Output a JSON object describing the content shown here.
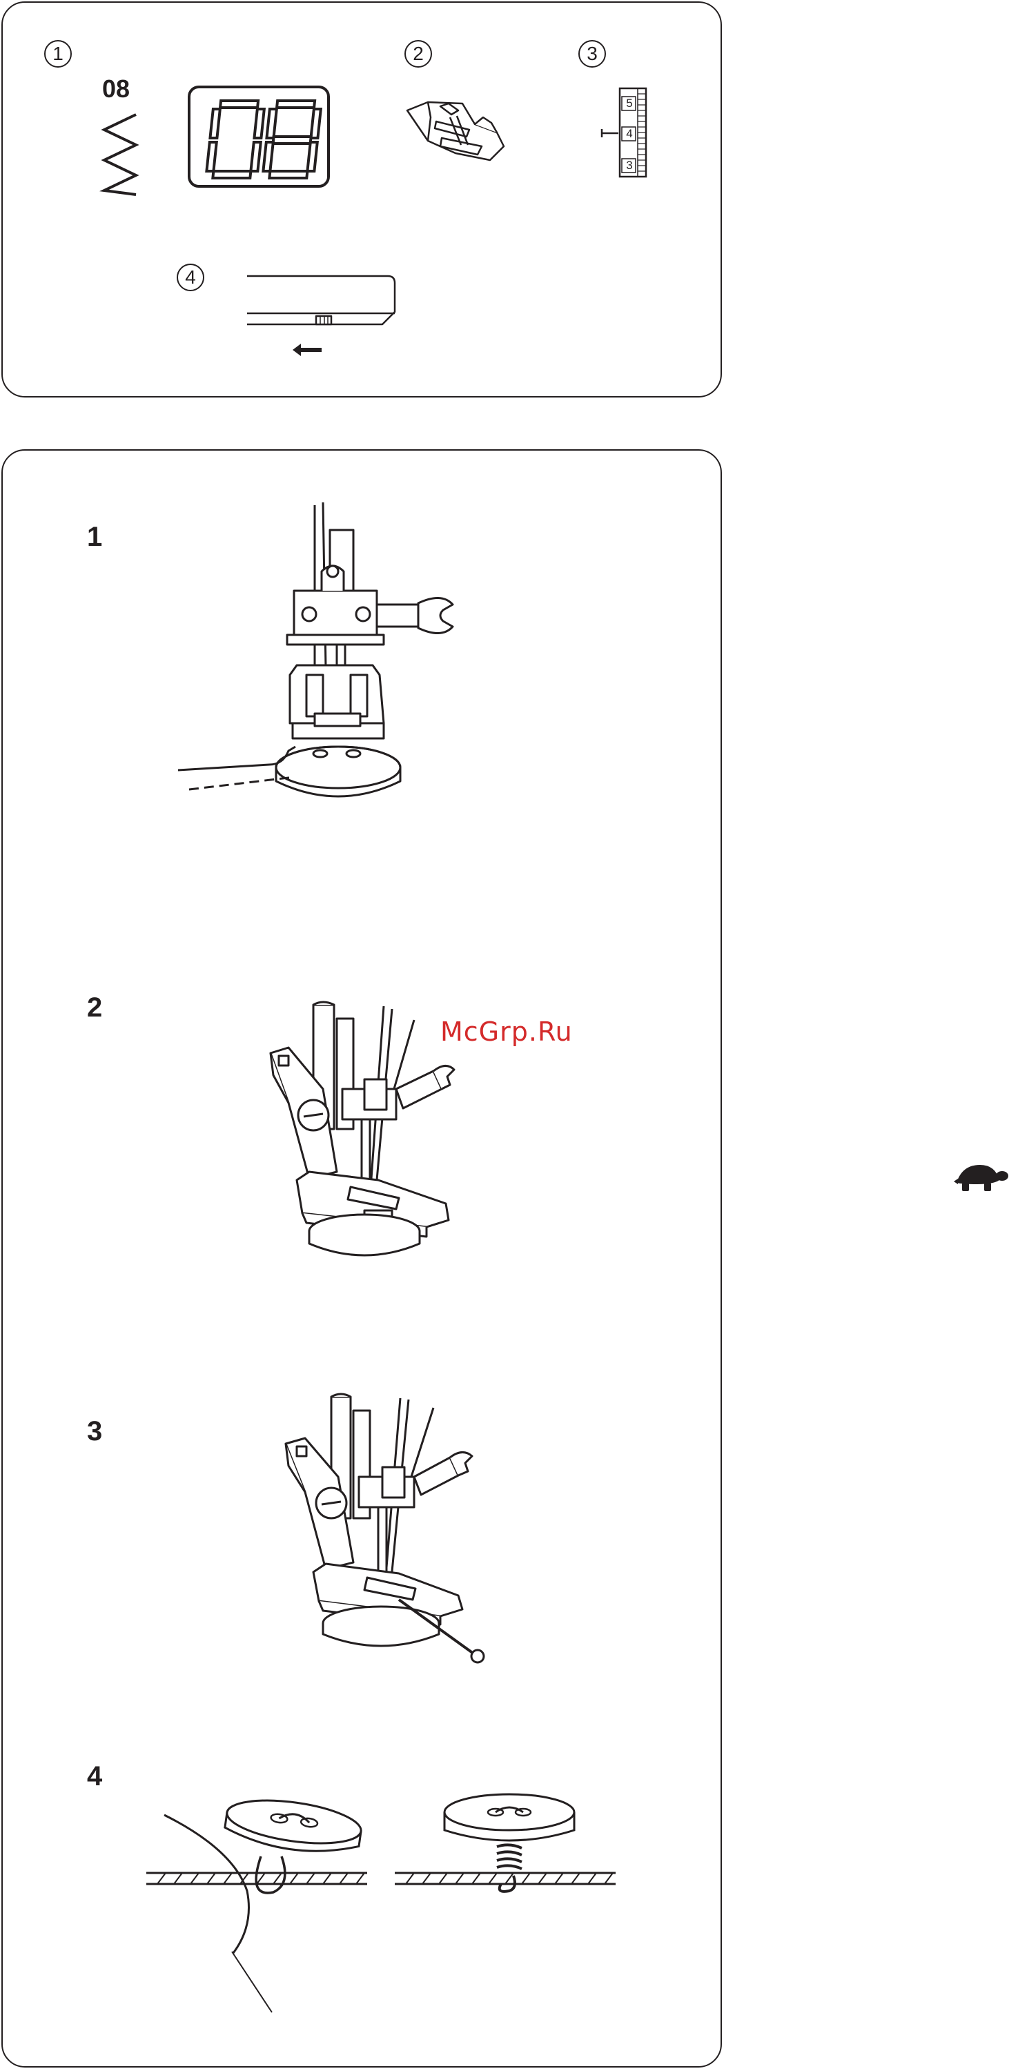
{
  "settings_panel": {
    "markers": [
      "1",
      "2",
      "3",
      "4"
    ],
    "pattern_code": "08",
    "lcd_display": "08",
    "tension_dial": {
      "top": "5",
      "middle": "4",
      "bottom": "3",
      "selected": "4"
    }
  },
  "steps_panel": {
    "steps": [
      "1",
      "2",
      "3",
      "4"
    ]
  },
  "watermark": "McGrp.Ru",
  "icons": {
    "zigzag": "zigzag-stitch-icon",
    "presser_foot": "presser-foot-icon",
    "tension_dial": "thread-tension-dial-icon",
    "feed_dog_lever": "feed-dog-lever-icon",
    "speed": "turtle-slow-speed-icon"
  },
  "colors": {
    "line": "#231f20",
    "watermark": "#d42a2a",
    "background": "#ffffff"
  }
}
